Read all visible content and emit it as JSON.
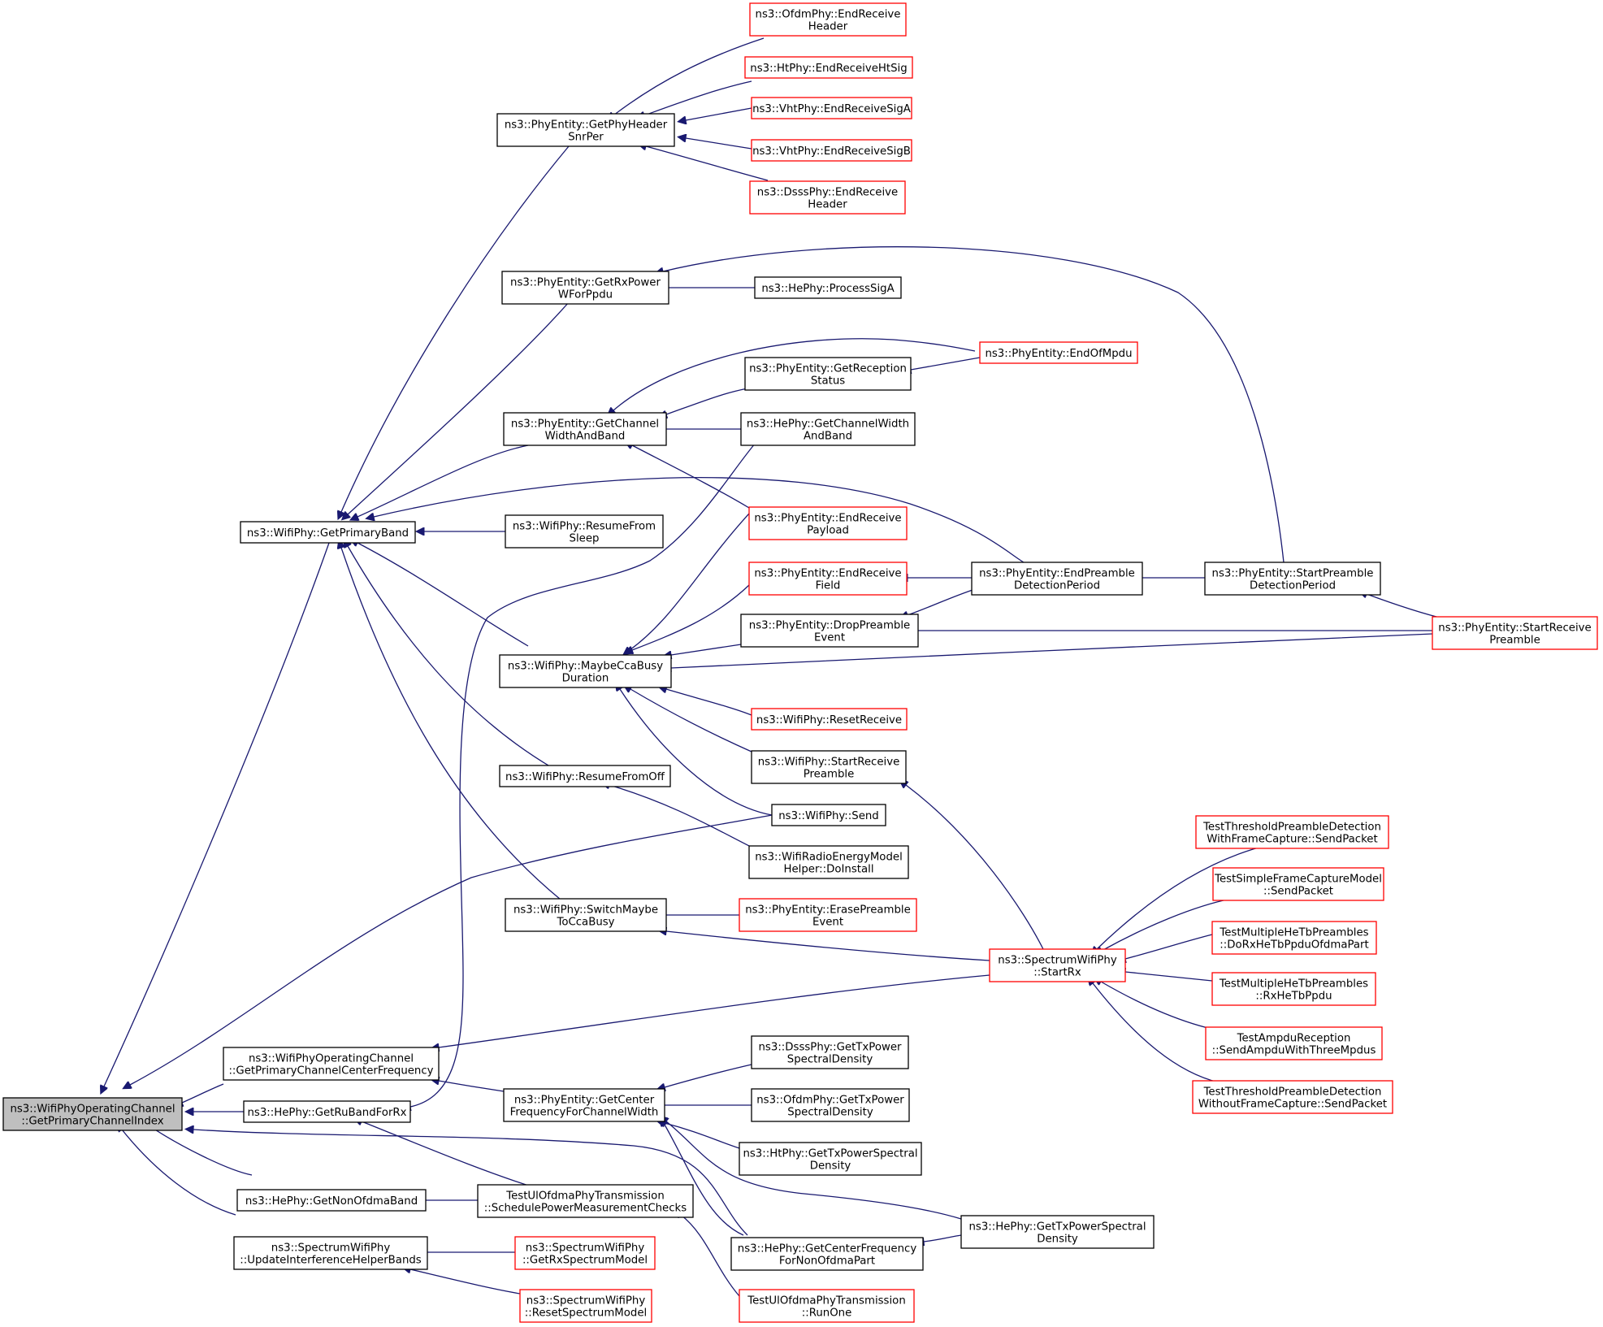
{
  "nodes": [
    {
      "id": "root",
      "lines": [
        "ns3::WifiPhyOperatingChannel",
        "::GetPrimaryChannelIndex"
      ],
      "style": "root"
    },
    {
      "id": "getPrimaryBand",
      "lines": [
        "ns3::WifiPhy::GetPrimaryBand"
      ],
      "style": "black"
    },
    {
      "id": "getPrimaryCenterFreq",
      "lines": [
        "ns3::WifiPhyOperatingChannel",
        "::GetPrimaryChannelCenterFrequency"
      ],
      "style": "black"
    },
    {
      "id": "getRuBandForRx",
      "lines": [
        "ns3::HePhy::GetRuBandForRx"
      ],
      "style": "black"
    },
    {
      "id": "getNonOfdmaBand",
      "lines": [
        "ns3::HePhy::GetNonOfdmaBand"
      ],
      "style": "black"
    },
    {
      "id": "updateInterference",
      "lines": [
        "ns3::SpectrumWifiPhy",
        "::UpdateInterferenceHelperBands"
      ],
      "style": "black"
    },
    {
      "id": "getPhyHeaderSnrPer",
      "lines": [
        "ns3::PhyEntity::GetPhyHeader",
        "SnrPer"
      ],
      "style": "black"
    },
    {
      "id": "getRxPowerWForPpdu",
      "lines": [
        "ns3::PhyEntity::GetRxPower",
        "WForPpdu"
      ],
      "style": "black"
    },
    {
      "id": "getChannelWidthAndBand",
      "lines": [
        "ns3::PhyEntity::GetChannel",
        "WidthAndBand"
      ],
      "style": "black"
    },
    {
      "id": "resumeFromSleep",
      "lines": [
        "ns3::WifiPhy::ResumeFrom",
        "Sleep"
      ],
      "style": "black"
    },
    {
      "id": "maybeCcaBusyDuration",
      "lines": [
        "ns3::WifiPhy::MaybeCcaBusy",
        "Duration"
      ],
      "style": "black"
    },
    {
      "id": "resumeFromOff",
      "lines": [
        "ns3::WifiPhy::ResumeFromOff"
      ],
      "style": "black"
    },
    {
      "id": "switchMaybeToCcaBusy",
      "lines": [
        "ns3::WifiPhy::SwitchMaybe",
        "ToCcaBusy"
      ],
      "style": "black"
    },
    {
      "id": "getCenterFreqForChannelWidth",
      "lines": [
        "ns3::PhyEntity::GetCenter",
        "FrequencyForChannelWidth"
      ],
      "style": "black"
    },
    {
      "id": "schedulePowerMeasurement",
      "lines": [
        "TestUlOfdmaPhyTransmission",
        "::SchedulePowerMeasurementChecks"
      ],
      "style": "black"
    },
    {
      "id": "getRxSpectrumModel",
      "lines": [
        "ns3::SpectrumWifiPhy",
        "::GetRxSpectrumModel"
      ],
      "style": "red"
    },
    {
      "id": "resetSpectrumModel",
      "lines": [
        "ns3::SpectrumWifiPhy",
        "::ResetSpectrumModel"
      ],
      "style": "red"
    },
    {
      "id": "ofdmEndReceiveHeader",
      "lines": [
        "ns3::OfdmPhy::EndReceive",
        "Header"
      ],
      "style": "red"
    },
    {
      "id": "htEndReceiveHtSig",
      "lines": [
        "ns3::HtPhy::EndReceiveHtSig"
      ],
      "style": "red"
    },
    {
      "id": "vhtEndReceiveSigA",
      "lines": [
        "ns3::VhtPhy::EndReceiveSigA"
      ],
      "style": "red"
    },
    {
      "id": "vhtEndReceiveSigB",
      "lines": [
        "ns3::VhtPhy::EndReceiveSigB"
      ],
      "style": "red"
    },
    {
      "id": "dsssEndReceiveHeader",
      "lines": [
        "ns3::DsssPhy::EndReceive",
        "Header"
      ],
      "style": "red"
    },
    {
      "id": "heProcessSigA",
      "lines": [
        "ns3::HePhy::ProcessSigA"
      ],
      "style": "black"
    },
    {
      "id": "getReceptionStatus",
      "lines": [
        "ns3::PhyEntity::GetReception",
        "Status"
      ],
      "style": "black"
    },
    {
      "id": "heGetChannelWidthAndBand",
      "lines": [
        "ns3::HePhy::GetChannelWidth",
        "AndBand"
      ],
      "style": "black"
    },
    {
      "id": "endReceivePayload",
      "lines": [
        "ns3::PhyEntity::EndReceive",
        "Payload"
      ],
      "style": "red"
    },
    {
      "id": "endReceiveField",
      "lines": [
        "ns3::PhyEntity::EndReceive",
        "Field"
      ],
      "style": "red"
    },
    {
      "id": "dropPreambleEvent",
      "lines": [
        "ns3::PhyEntity::DropPreamble",
        "Event"
      ],
      "style": "black"
    },
    {
      "id": "resetReceive",
      "lines": [
        "ns3::WifiPhy::ResetReceive"
      ],
      "style": "red"
    },
    {
      "id": "wifiStartReceivePreamble",
      "lines": [
        "ns3::WifiPhy::StartReceive",
        "Preamble"
      ],
      "style": "black"
    },
    {
      "id": "wifiSend",
      "lines": [
        "ns3::WifiPhy::Send"
      ],
      "style": "black"
    },
    {
      "id": "energyDoInstall",
      "lines": [
        "ns3::WifiRadioEnergyModel",
        "Helper::DoInstall"
      ],
      "style": "black"
    },
    {
      "id": "erasePreambleEvent",
      "lines": [
        "ns3::PhyEntity::ErasePreamble",
        "Event"
      ],
      "style": "red"
    },
    {
      "id": "dsssGetTxPsd",
      "lines": [
        "ns3::DsssPhy::GetTxPower",
        "SpectralDensity"
      ],
      "style": "black"
    },
    {
      "id": "ofdmGetTxPsd",
      "lines": [
        "ns3::OfdmPhy::GetTxPower",
        "SpectralDensity"
      ],
      "style": "black"
    },
    {
      "id": "htGetTxPsd",
      "lines": [
        "ns3::HtPhy::GetTxPowerSpectral",
        "Density"
      ],
      "style": "black"
    },
    {
      "id": "heGetCenterFreqNonOfdma",
      "lines": [
        "ns3::HePhy::GetCenterFrequency",
        "ForNonOfdmaPart"
      ],
      "style": "black"
    },
    {
      "id": "runOne",
      "lines": [
        "TestUlOfdmaPhyTransmission",
        "::RunOne"
      ],
      "style": "red"
    },
    {
      "id": "endOfMpdu",
      "lines": [
        "ns3::PhyEntity::EndOfMpdu"
      ],
      "style": "red"
    },
    {
      "id": "endPreambleDetectionPeriod",
      "lines": [
        "ns3::PhyEntity::EndPreamble",
        "DetectionPeriod"
      ],
      "style": "black"
    },
    {
      "id": "spectrumStartRx",
      "lines": [
        "ns3::SpectrumWifiPhy",
        "::StartRx"
      ],
      "style": "red"
    },
    {
      "id": "heGetTxPsd",
      "lines": [
        "ns3::HePhy::GetTxPowerSpectral",
        "Density"
      ],
      "style": "black"
    },
    {
      "id": "startPreambleDetectionPeriod",
      "lines": [
        "ns3::PhyEntity::StartPreamble",
        "DetectionPeriod"
      ],
      "style": "black"
    },
    {
      "id": "phyStartReceivePreamble",
      "lines": [
        "ns3::PhyEntity::StartReceive",
        "Preamble"
      ],
      "style": "red"
    },
    {
      "id": "testThresholdWith",
      "lines": [
        "TestThresholdPreambleDetection",
        "WithFrameCapture::SendPacket"
      ],
      "style": "red"
    },
    {
      "id": "testSimpleFrameCapture",
      "lines": [
        "TestSimpleFrameCaptureModel",
        "::SendPacket"
      ],
      "style": "red"
    },
    {
      "id": "testMultipleDoRx",
      "lines": [
        "TestMultipleHeTbPreambles",
        "::DoRxHeTbPpduOfdmaPart"
      ],
      "style": "red"
    },
    {
      "id": "testMultipleRx",
      "lines": [
        "TestMultipleHeTbPreambles",
        "::RxHeTbPpdu"
      ],
      "style": "red"
    },
    {
      "id": "testAmpdu",
      "lines": [
        "TestAmpduReception",
        "::SendAmpduWithThreeMpdus"
      ],
      "style": "red"
    },
    {
      "id": "testThresholdWithout",
      "lines": [
        "TestThresholdPreambleDetection",
        "WithoutFrameCapture::SendPacket"
      ],
      "style": "red"
    }
  ]
}
